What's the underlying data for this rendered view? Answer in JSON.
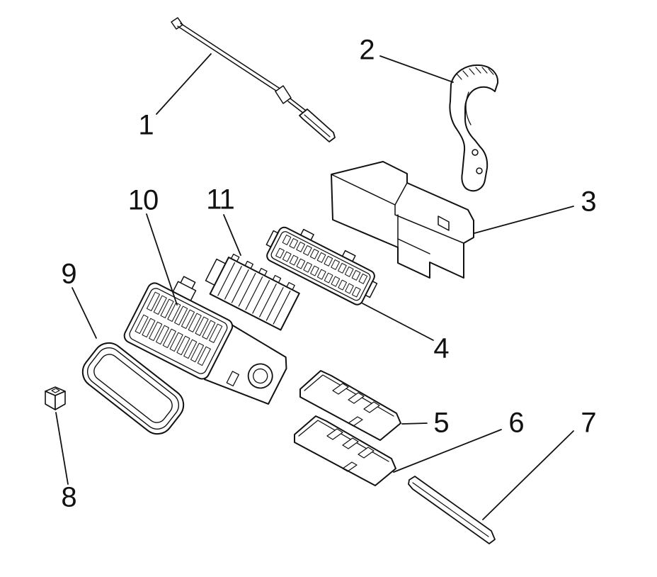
{
  "diagram": {
    "type": "exploded-parts-diagram",
    "description": "Line-art exploded view of an electrical connector assembly with numbered callouts",
    "background_color": "#ffffff",
    "line_color": "#111111",
    "callouts": [
      {
        "number": "1",
        "part": "lead-wire-assembly"
      },
      {
        "number": "2",
        "part": "retaining-clip"
      },
      {
        "number": "3",
        "part": "connector-cover"
      },
      {
        "number": "4",
        "part": "terminal-connector"
      },
      {
        "number": "5",
        "part": "secondary-lock-upper"
      },
      {
        "number": "6",
        "part": "secondary-lock-lower"
      },
      {
        "number": "7",
        "part": "lock-pin-rod"
      },
      {
        "number": "8",
        "part": "cap-nut"
      },
      {
        "number": "9",
        "part": "seal-gasket"
      },
      {
        "number": "10",
        "part": "connector-housing"
      },
      {
        "number": "11",
        "part": "terminal-retainer"
      }
    ]
  }
}
